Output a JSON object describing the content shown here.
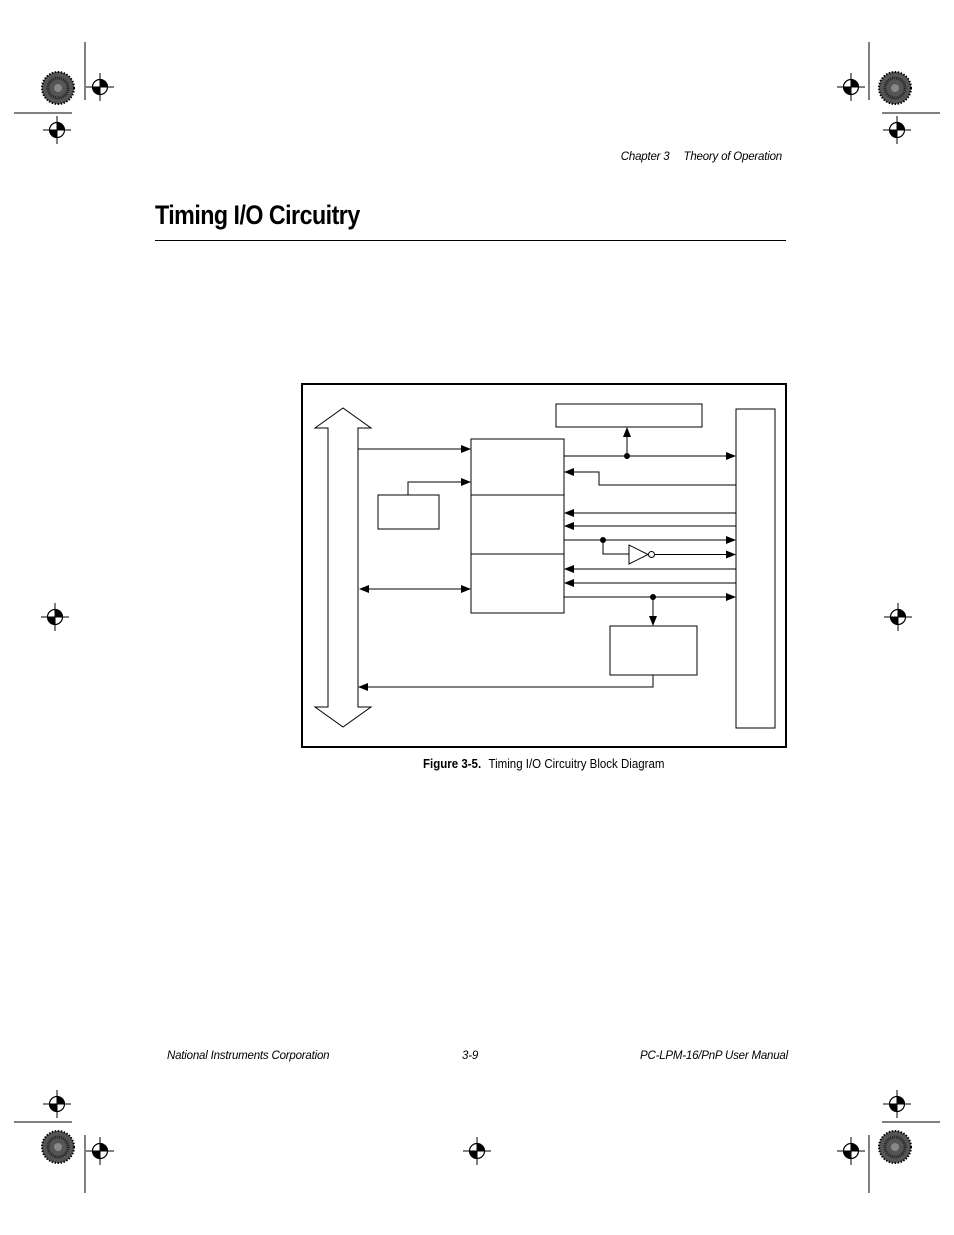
{
  "running_head": {
    "chapter": "Chapter 3",
    "chapter_title": "Theory of Operation"
  },
  "section": {
    "title": "Timing I/O Circuitry"
  },
  "figure": {
    "number": "Figure 3-5.",
    "caption": "Timing I/O Circuitry Block Diagram"
  },
  "footer": {
    "company": "National Instruments Corporation",
    "page_number": "3-9",
    "manual": "PC-LPM-16/PnP User Manual"
  },
  "colors": {
    "ink": "#000000",
    "paper": "#ffffff"
  }
}
